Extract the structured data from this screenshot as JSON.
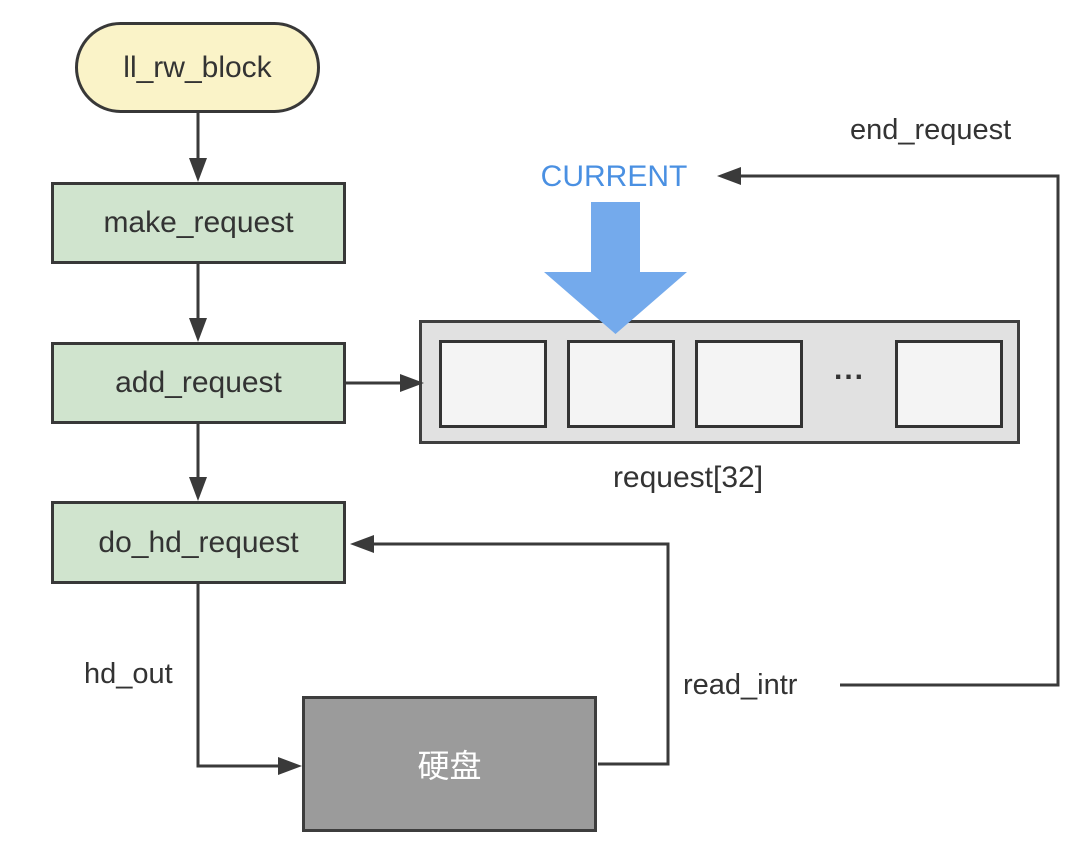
{
  "diagram": {
    "title_context": "block device request flow",
    "nodes": {
      "ll_rw_block": {
        "label": "ll_rw_block",
        "fill": "#faf3c8"
      },
      "make_request": {
        "label": "make_request",
        "fill": "#d0e4ce"
      },
      "add_request": {
        "label": "add_request",
        "fill": "#d0e4ce"
      },
      "do_hd_request": {
        "label": "do_hd_request",
        "fill": "#d0e4ce"
      },
      "hard_disk": {
        "label": "硬盘",
        "fill": "#9b9b9b"
      },
      "request_array": {
        "label": "request[32]",
        "ellipsis": "...",
        "visible_cells": 5,
        "fill": "#e1e1e1",
        "cell_fill": "#f4f4f4"
      }
    },
    "pointer": {
      "current": {
        "label": "CURRENT",
        "text_color": "#4a90e2",
        "arrow_color": "#74aaec"
      }
    },
    "edge_labels": {
      "hd_out": "hd_out",
      "read_intr": "read_intr",
      "end_request": "end_request"
    },
    "colors": {
      "line": "#3a3a3a",
      "text": "#333333",
      "background": "#ffffff"
    }
  }
}
